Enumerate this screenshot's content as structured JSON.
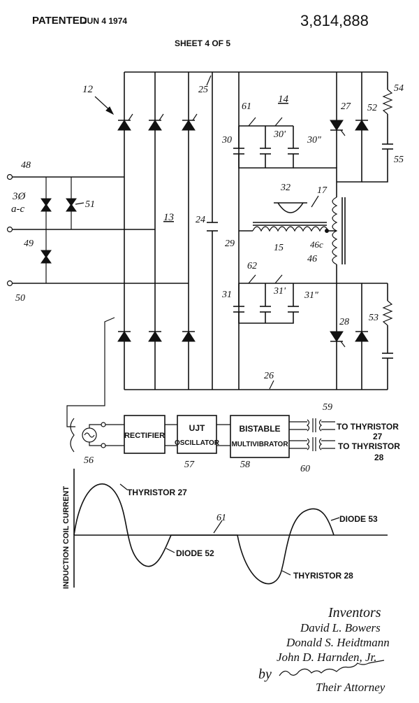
{
  "header": {
    "patented": "PATENTED",
    "date": "JUN  4 1974",
    "patent_number": "3,814,888",
    "sheet": "SHEET 4 OF 5"
  },
  "refs": {
    "r12": "12",
    "r13": "13",
    "r14": "14",
    "r15": "15",
    "r17": "17",
    "r24": "24",
    "r25": "25",
    "r26": "26",
    "r27": "27",
    "r28": "28",
    "r29": "29",
    "r30": "30",
    "r30p": "30'",
    "r30pp": "30\"",
    "r31": "31",
    "r31p": "31'",
    "r31pp": "31\"",
    "r32": "32",
    "r46": "46",
    "r46c": "46c",
    "r48": "48",
    "r49": "49",
    "r50": "50",
    "r51": "51",
    "r52": "52",
    "r53": "53",
    "r54": "54",
    "r55": "55",
    "r56": "56",
    "r57": "57",
    "r58": "58",
    "r59": "59",
    "r60": "60",
    "r61": "61",
    "r62": "62"
  },
  "supply": {
    "line1": "3Ø",
    "line2": "a-c"
  },
  "blocks": {
    "rectifier": "RECTIFIER",
    "ujt_line1": "UJT",
    "ujt_line2": "OSCILLATOR",
    "bistable_line1": "BISTABLE",
    "bistable_line2": "MULTIVIBRATOR"
  },
  "outputs": {
    "to27_label": "TO THYRISTOR",
    "to27_num": "27",
    "to28_label": "TO THYRISTOR",
    "to28_num": "28"
  },
  "waveform": {
    "ylabel": "INDUCTION COIL CURRENT",
    "label_thyristor27": "THYRISTOR 27",
    "label_diode52": "DIODE 52",
    "label_thyristor28": "THYRISTOR 28",
    "label_diode53": "DIODE 53",
    "label_61": "61"
  },
  "inventors": {
    "heading": "Inventors",
    "name1": "David L. Bowers",
    "name2": "Donald S. Heidtmann",
    "name3": "John D. Harnden, Jr.",
    "by": "by",
    "attorney": "Their Attorney"
  }
}
